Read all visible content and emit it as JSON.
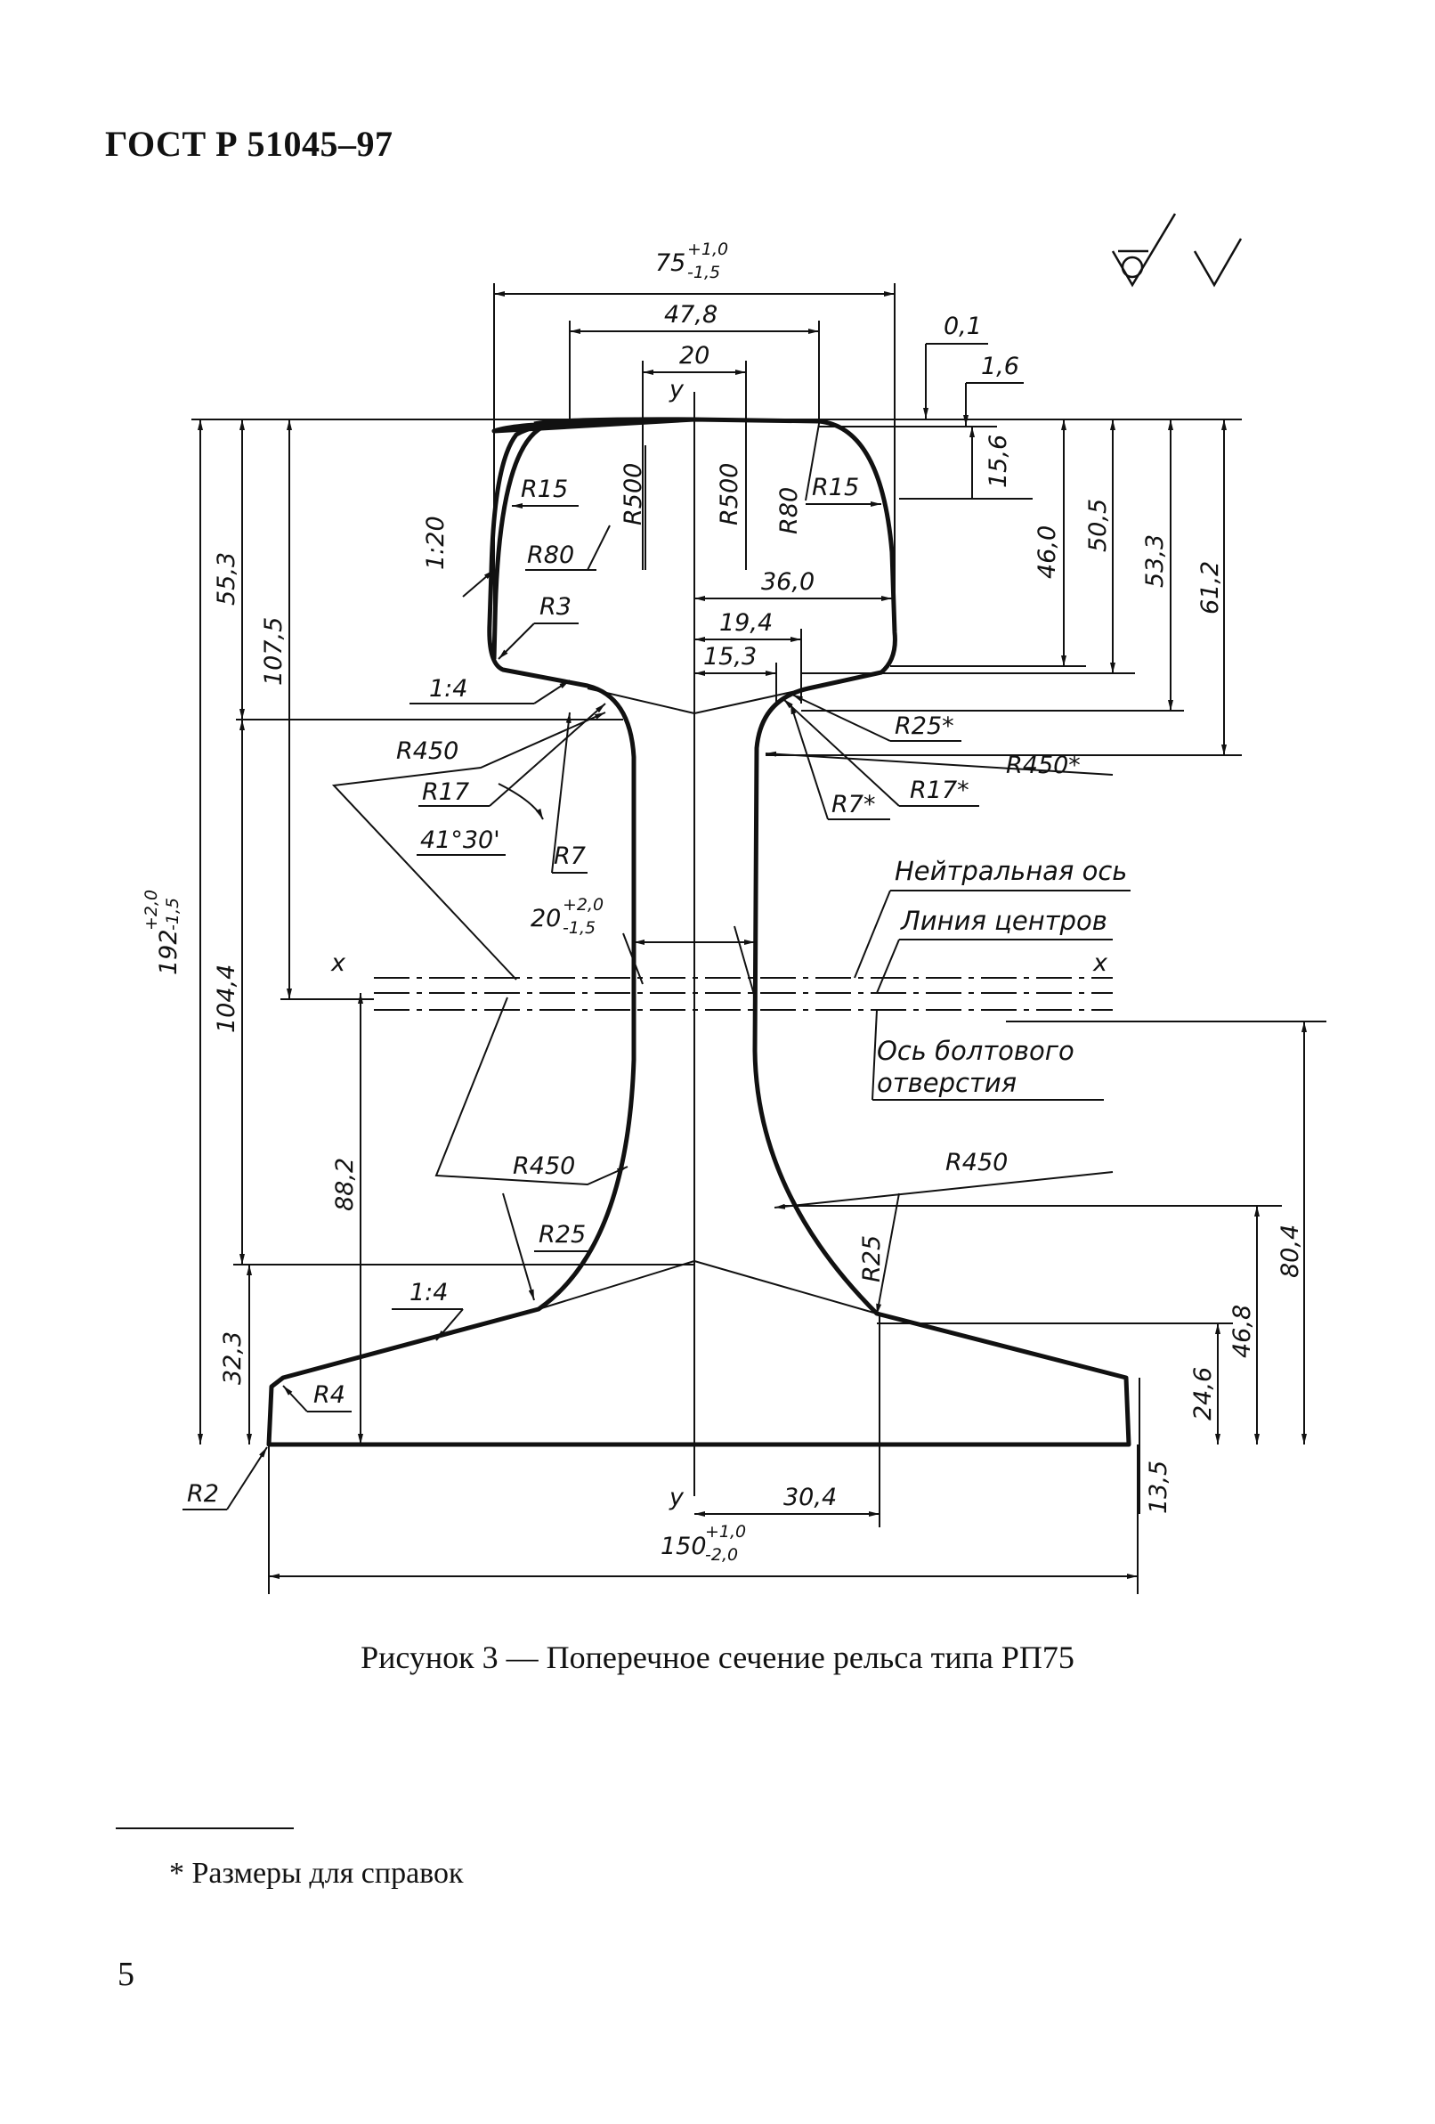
{
  "header": {
    "title": "ГОСТ Р 51045–97"
  },
  "figure": {
    "caption": "Рисунок 3 — Поперечное сечение рельса типа РП75",
    "roughness": {
      "left_symbol": "eye-roughness-symbol",
      "right_symbol": "check-roughness-symbol"
    },
    "dims": {
      "top_width": "75",
      "top_width_tol_up": "+1,0",
      "top_width_tol_down": "-1,5",
      "head_top": "47,8",
      "head_center": "20",
      "d_0_1": "0,1",
      "d_1_6": "1,6",
      "d_15_6": "15,6",
      "d_46_0": "46,0",
      "d_50_5": "50,5",
      "d_53_3": "53,3",
      "d_61_2": "61,2",
      "d_55_3": "55,3",
      "d_107_5": "107,5",
      "height": "192",
      "height_tol_up": "+2,0",
      "height_tol_down": "-1,5",
      "d_104_4": "104,4",
      "d_88_2": "88,2",
      "d_32_3": "32,3",
      "d_36_0": "36,0",
      "d_19_4": "19,4",
      "d_15_3": "15,3",
      "web": "20",
      "web_tol_up": "+2,0",
      "web_tol_down": "-1,5",
      "d_80_4": "80,4",
      "d_46_8": "46,8",
      "d_24_6": "24,6",
      "d_13_5": "13,5",
      "d_30_4": "30,4",
      "base_width": "150",
      "base_tol_up": "+1,0",
      "base_tol_down": "-2,0"
    },
    "radii": {
      "r15_left": "R15",
      "r500_left": "R500",
      "r500_right": "R500",
      "r80_right": "R80",
      "r15_right": "R15",
      "r80_left": "R80",
      "r3": "R3",
      "slope_head": "1:20",
      "slope_14_top": "1:4",
      "r450_left_top": "R450",
      "r17_left": "R17",
      "angle": "41°30'",
      "r7_left": "R7",
      "r25_right_top": "R25*",
      "r450_right_top": "R450*",
      "r7_right": "R7*",
      "r17_right": "R17*",
      "r450_left_bottom": "R450",
      "r25_left_bottom": "R25",
      "slope_14_bottom": "1:4",
      "r4": "R4",
      "r2": "R2",
      "r450_right_bottom": "R450",
      "r25_right_bottom": "R25"
    },
    "axes": {
      "y_top": "y",
      "y_bottom": "y",
      "x_left": "x",
      "x_right": "x"
    },
    "notes": {
      "neutral_axis": "Нейтральная ось",
      "center_line": "Линия центров",
      "bolt_axis_1": "Ось болтового",
      "bolt_axis_2": "отверстия"
    }
  },
  "footnote": "* Размеры для справок",
  "page_number": "5"
}
